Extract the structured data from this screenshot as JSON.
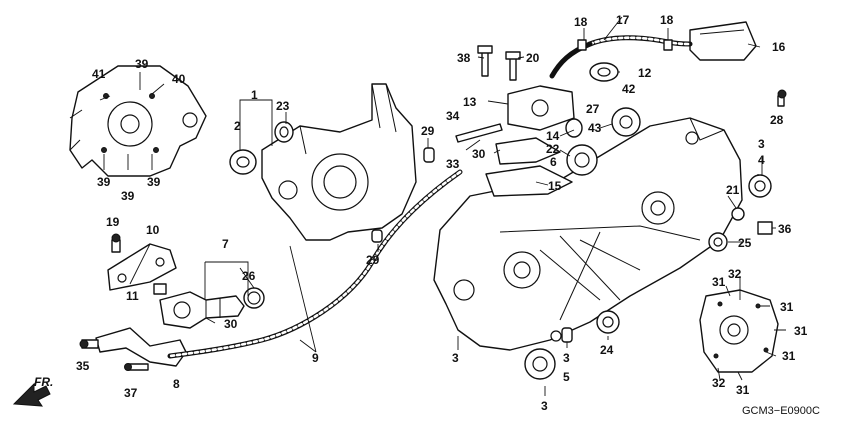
{
  "diagram": {
    "drawing_code": "GCM3−E0900C",
    "direction_label": "FR.",
    "callouts": {
      "c1": "1",
      "c2": "2",
      "c3a": "3",
      "c3b": "3",
      "c3c": "3",
      "c3d": "3",
      "c4": "4",
      "c5": "5",
      "c6": "6",
      "c7": "7",
      "c8": "8",
      "c9": "9",
      "c10": "10",
      "c11": "11",
      "c12": "12",
      "c13": "13",
      "c14": "14",
      "c15": "15",
      "c16": "16",
      "c17": "17",
      "c18a": "18",
      "c18b": "18",
      "c19": "19",
      "c20": "20",
      "c21": "21",
      "c22": "22",
      "c23": "23",
      "c24": "24",
      "c25": "25",
      "c26": "26",
      "c27": "27",
      "c28": "28",
      "c29a": "29",
      "c29b": "29",
      "c30a": "30",
      "c30b": "30",
      "c31a": "31",
      "c31b": "31",
      "c31c": "31",
      "c31d": "31",
      "c31e": "31",
      "c32a": "32",
      "c32b": "32",
      "c33": "33",
      "c34": "34",
      "c35": "35",
      "c36": "36",
      "c37": "37",
      "c38": "38",
      "c39a": "39",
      "c39b": "39",
      "c39c": "39",
      "c39d": "39",
      "c40": "40",
      "c41": "41",
      "c42": "42",
      "c43": "43"
    }
  }
}
